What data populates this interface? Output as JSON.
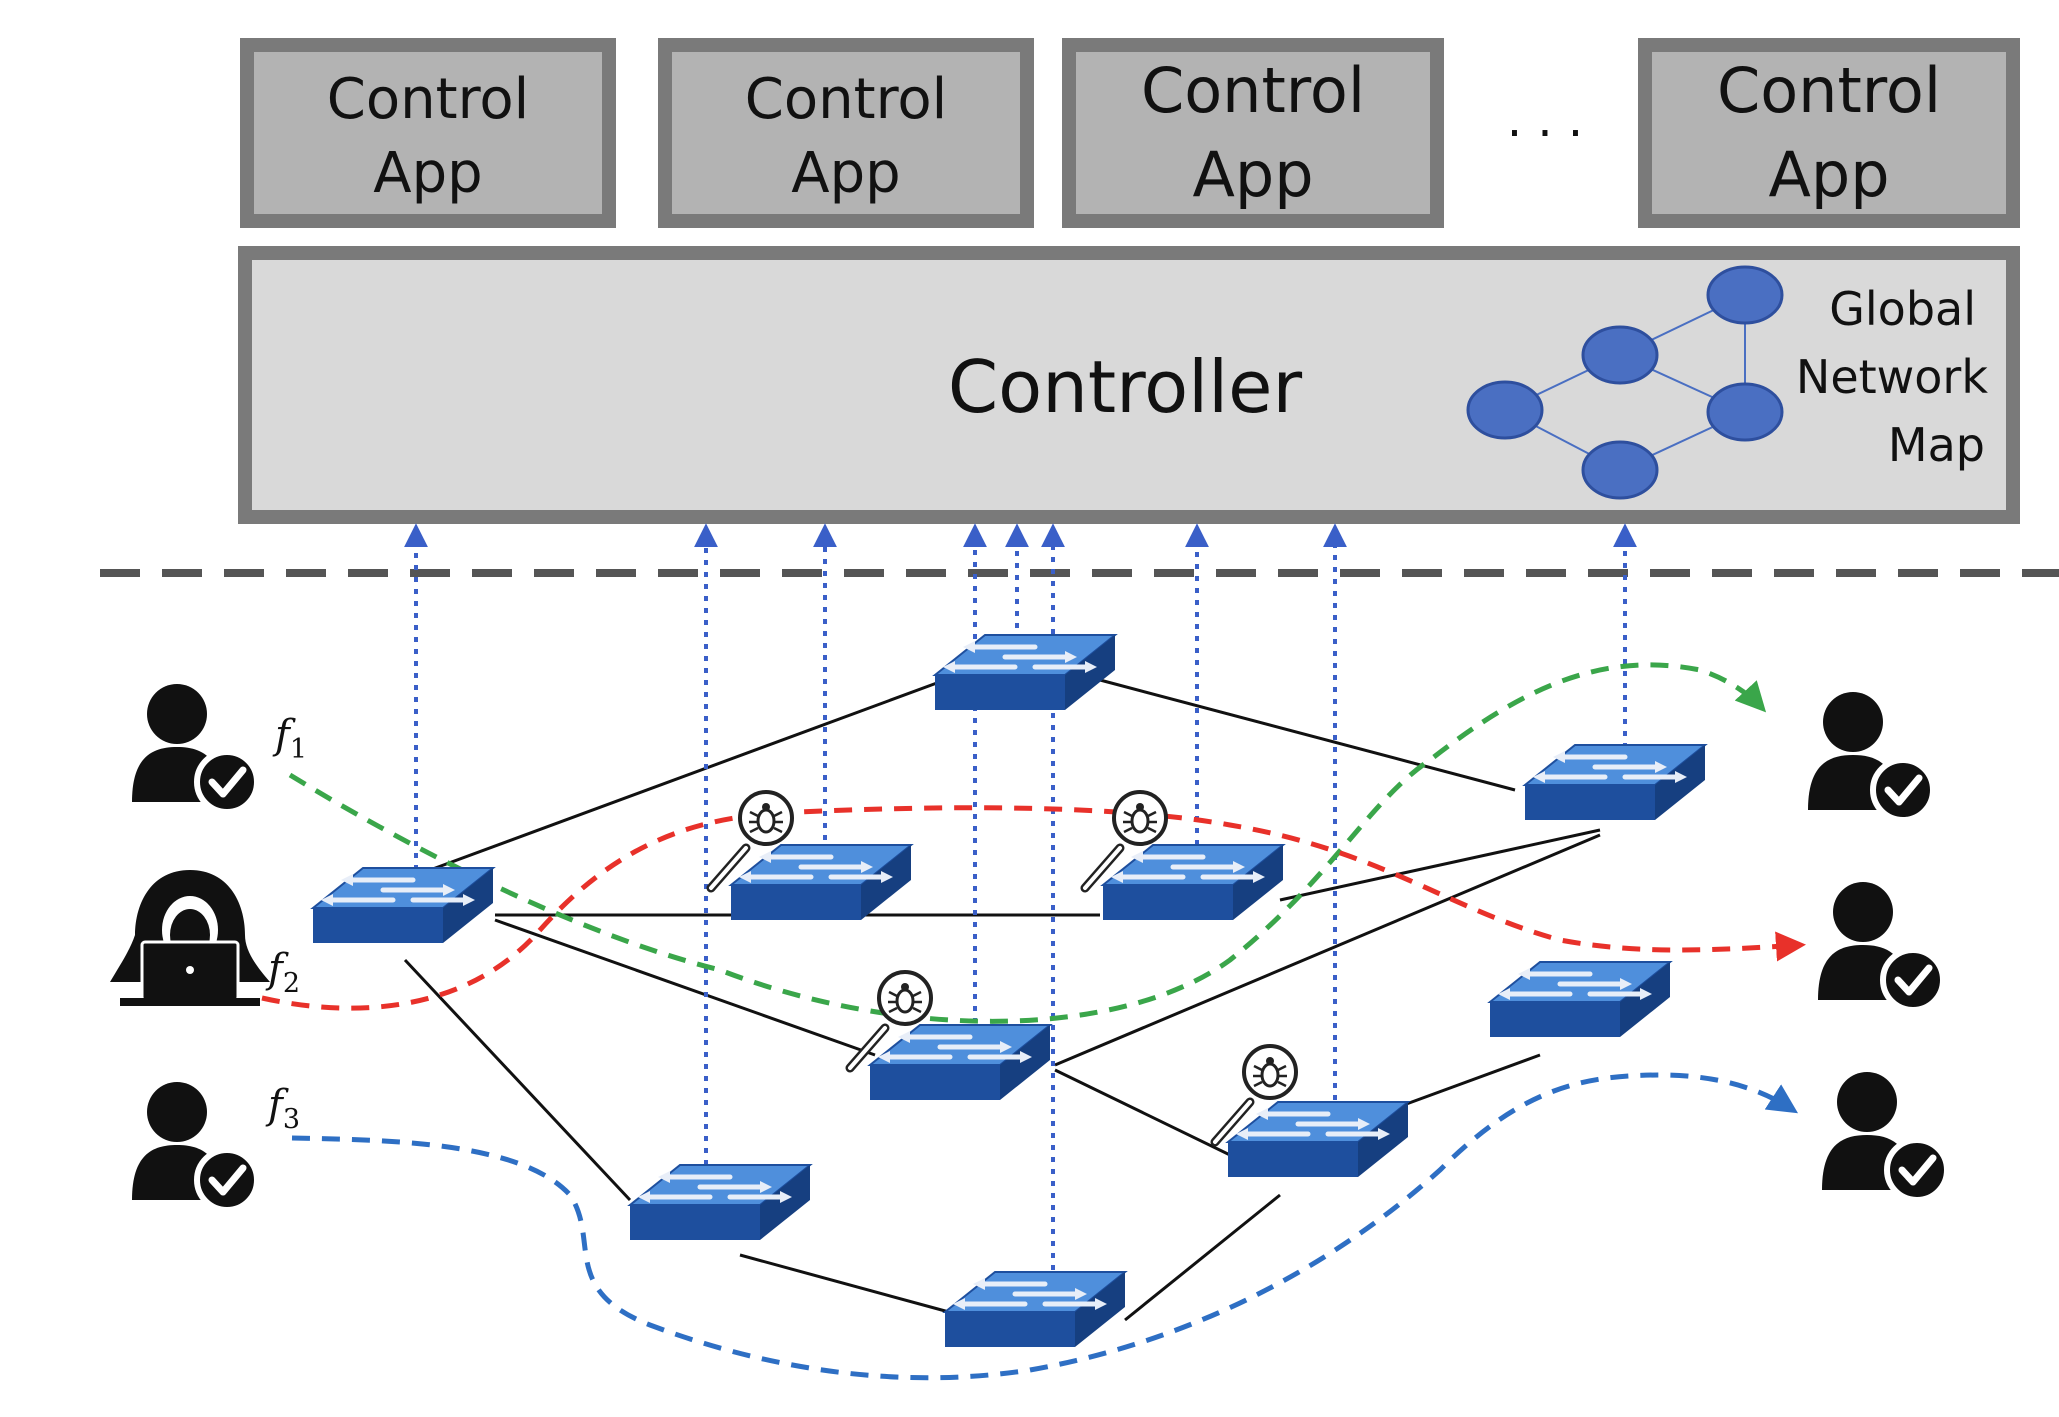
{
  "control_apps": [
    {
      "line1": "Control",
      "line2": "App"
    },
    {
      "line1": "Control",
      "line2": "App"
    },
    {
      "line1": "Control",
      "line2": "App"
    },
    {
      "line1": "Control",
      "line2": "App"
    }
  ],
  "ellipsis": "· · ·",
  "controller": {
    "label": "Controller"
  },
  "global_map": {
    "line1": "Global",
    "line2": "Network",
    "line3": "Map"
  },
  "flows": [
    {
      "name": "f",
      "sub": "1",
      "color": "#3aa64a"
    },
    {
      "name": "f",
      "sub": "2",
      "color": "#e8312a"
    },
    {
      "name": "f",
      "sub": "3",
      "color": "#2e6fc4"
    }
  ],
  "colors": {
    "app_box_fill": "#b3b3b3",
    "app_box_border": "#7a7a7a",
    "controller_fill": "#d9d9d9",
    "controller_border": "#7a7a7a",
    "map_node": "#4a6fc2",
    "switch_top": "#4f8fdc",
    "switch_side": "#1e4f9e",
    "control_link": "#3a5fc8",
    "divider": "#555555"
  }
}
